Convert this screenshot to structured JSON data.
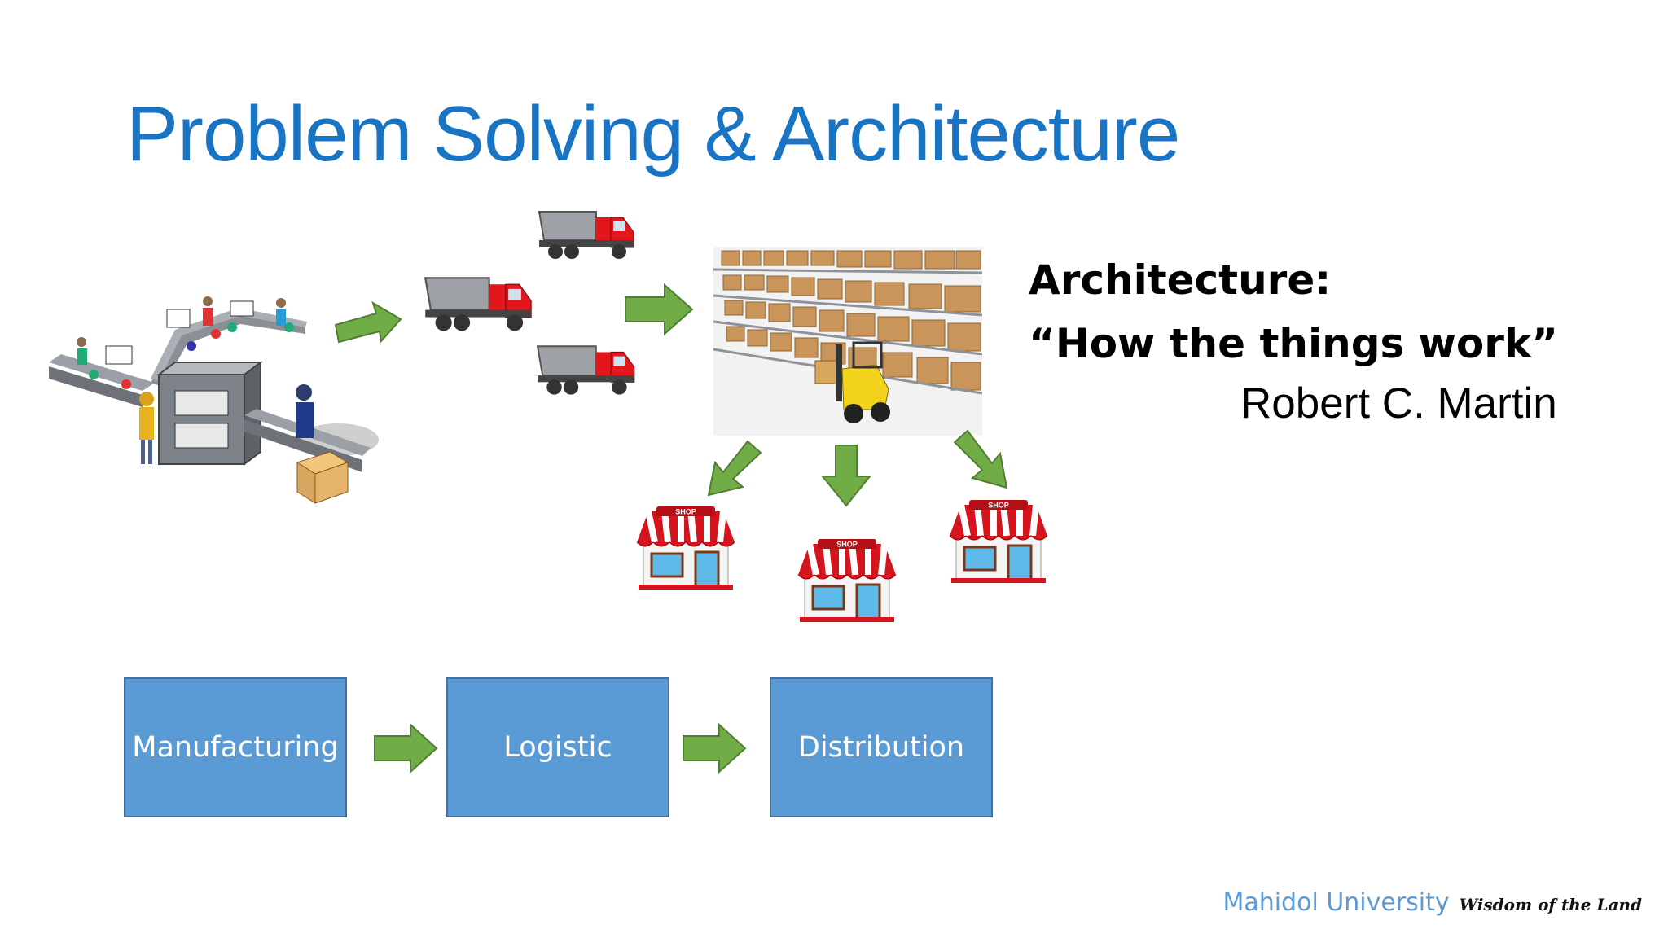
{
  "slide": {
    "title": "Problem Solving & Architecture",
    "quote": {
      "heading": "Architecture:",
      "text": "“How the things work”",
      "author": "Robert C. Martin"
    },
    "flow": {
      "boxes": [
        "Manufacturing",
        "Logistic",
        "Distribution"
      ]
    },
    "illustrations": {
      "shop_sign": "SHOP"
    },
    "footer": {
      "university": "Mahidol University",
      "motto": "Wisdom of the Land"
    },
    "colors": {
      "title": "#1a74c4",
      "box_fill": "#5b9bd5",
      "box_border": "#41719c",
      "arrow": "#70ad47",
      "truck_cab": "#e3161b"
    }
  }
}
